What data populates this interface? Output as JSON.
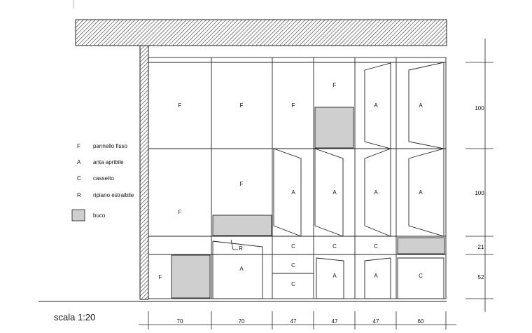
{
  "colors": {
    "line": "#222222",
    "hole_fill": "#cfcfcf",
    "hatch": "#333333"
  },
  "legend": [
    {
      "code": "F",
      "text": "pannello fisso"
    },
    {
      "code": "A",
      "text": "anta apribile"
    },
    {
      "code": "C",
      "text": "cassetto"
    },
    {
      "code": "R",
      "text": "ripiano estraibile"
    },
    {
      "code": "",
      "text": "buco"
    }
  ],
  "scale_label": "scala 1:20",
  "dimensions": {
    "horizontal": [
      "70",
      "70",
      "47",
      "47",
      "47",
      "60"
    ],
    "vertical": [
      "100",
      "100",
      "21",
      "52"
    ]
  },
  "cell_labels": {
    "top": [
      "F",
      "F",
      "F",
      "F",
      "A",
      "A"
    ],
    "middle": [
      "F",
      "F",
      "A",
      "A",
      "A",
      "A"
    ],
    "drawers_row": [
      "C",
      "C",
      "C"
    ],
    "shelf": "R",
    "bottom_col1": "F",
    "bottom_col2": "A",
    "bottom_col3": [
      "C",
      "C"
    ],
    "bottom_col4": "A",
    "bottom_col5": "A",
    "bottom_col6": "C"
  }
}
